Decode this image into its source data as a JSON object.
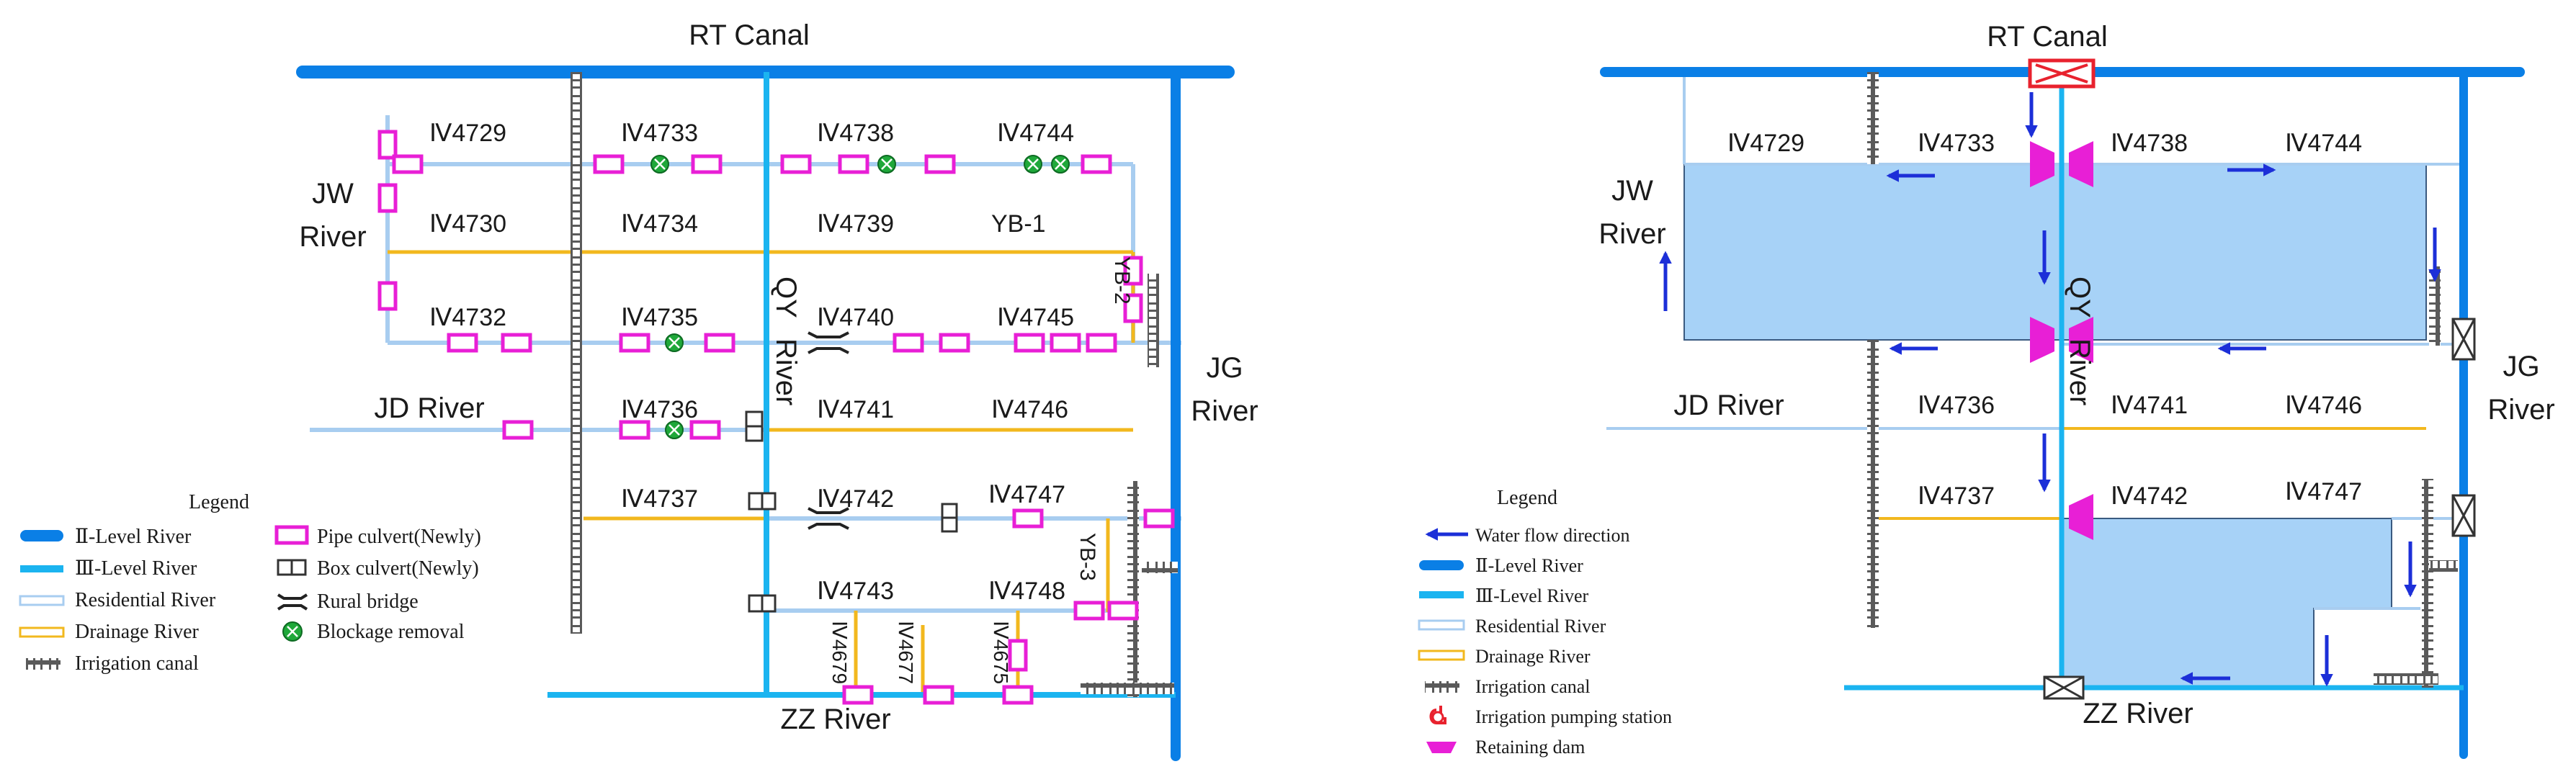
{
  "colors": {
    "level2_river": "#0a7fe6",
    "level3_river": "#1bb4f0",
    "residential_river": "#a8cdf0",
    "drainage_river": "#f2b81e",
    "irrigation_canal": "#5a5a5a",
    "pipe_culvert": "#e81fd6",
    "blockage_removal": "#1fa83a",
    "retaining_dam": "#e81fd6",
    "water_flow": "#1c2fd8",
    "polder_fill": "#a7d2f7",
    "sluice_red": "#e8222e"
  },
  "left_map": {
    "rivers": {
      "top": "RT Canal",
      "left_upper": "JW",
      "left_lower": "River",
      "jd": "JD  River",
      "qy_a": "QY",
      "qy_b": "River",
      "jg_a": "JG",
      "jg_b": "River",
      "zz": "ZZ  River"
    },
    "zones": {
      "r1": [
        "Ⅳ4729",
        "Ⅳ4733",
        "Ⅳ4738",
        "Ⅳ4744"
      ],
      "r2": [
        "Ⅳ4730",
        "Ⅳ4734",
        "Ⅳ4739",
        "YB-1"
      ],
      "r3": [
        "Ⅳ4732",
        "Ⅳ4735",
        "Ⅳ4740",
        "Ⅳ4745"
      ],
      "r4": [
        "Ⅳ4736",
        "Ⅳ4741",
        "Ⅳ4746"
      ],
      "r5": [
        "Ⅳ4737",
        "Ⅳ4742",
        "Ⅳ4747"
      ],
      "r6": [
        "Ⅳ4743",
        "Ⅳ4748"
      ],
      "yb2": "YB-2",
      "yb3": "YB-3",
      "v": [
        "Ⅳ4679",
        "Ⅳ4677",
        "Ⅳ4675"
      ]
    },
    "legend": {
      "title": "Legend",
      "items": [
        "Ⅱ-Level River",
        "Ⅲ-Level River",
        "Residential River",
        "Drainage River",
        "Irrigation canal",
        "Pipe culvert(Newly)",
        "Box culvert(Newly)",
        "Rural bridge",
        "Blockage removal"
      ]
    }
  },
  "right_map": {
    "rivers": {
      "top": "RT Canal",
      "jw_a": "JW",
      "jw_b": "River",
      "jd": "JD  River",
      "qy_a": "QY",
      "qy_b": "River",
      "jg_a": "JG",
      "jg_b": "River",
      "zz": "ZZ  River"
    },
    "zones": {
      "r1": [
        "Ⅳ4729",
        "Ⅳ4733",
        "Ⅳ4738",
        "Ⅳ4744"
      ],
      "r2": [
        "Ⅳ4736",
        "Ⅳ4741",
        "Ⅳ4746"
      ],
      "r3": [
        "Ⅳ4737",
        "Ⅳ4742",
        "Ⅳ4747"
      ]
    },
    "legend": {
      "title": "Legend",
      "items": [
        "Water flow direction",
        "Ⅱ-Level River",
        "Ⅲ-Level River",
        "Residential River",
        "Drainage River",
        "Irrigation canal",
        "Irrigation pumping station",
        "Retaining dam"
      ]
    }
  }
}
